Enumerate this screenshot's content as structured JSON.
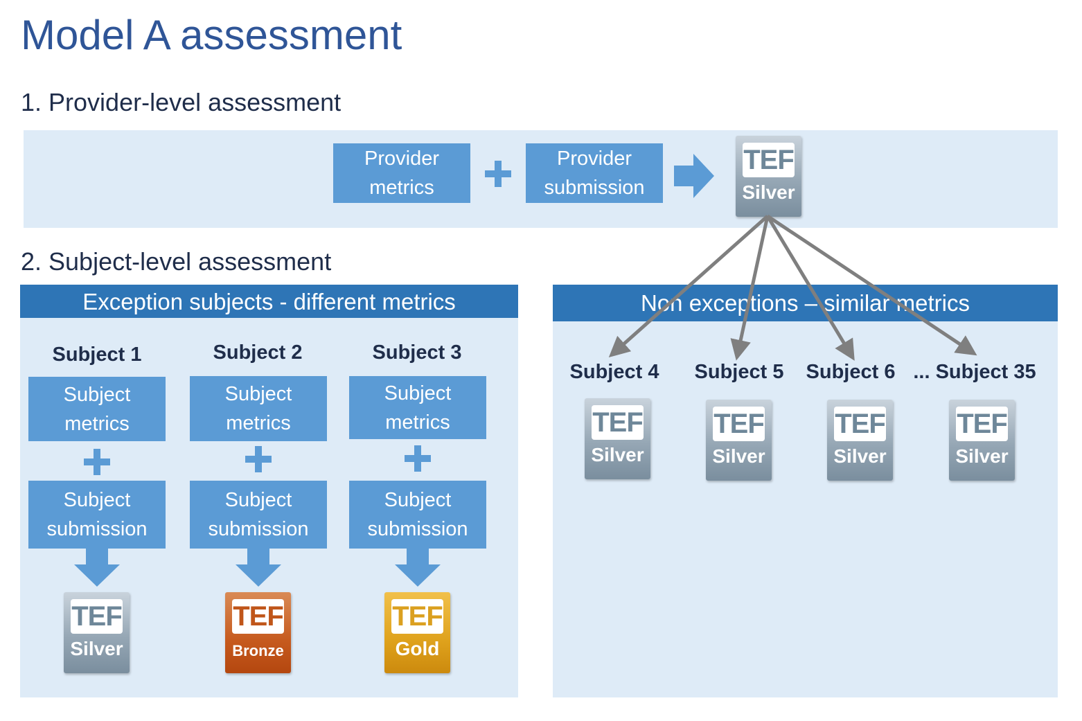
{
  "title": "Model A assessment",
  "section1": {
    "heading": "1. Provider-level assessment",
    "provider_metrics": [
      "Provider",
      "metrics"
    ],
    "provider_submission": [
      "Provider",
      "submission"
    ],
    "badge": {
      "tef": "TEF",
      "level": "Silver"
    }
  },
  "section2": {
    "heading": "2. Subject-level assessment",
    "exceptions": {
      "header": "Exception subjects - different metrics",
      "subjects": [
        {
          "label": "Subject 1",
          "metrics": [
            "Subject",
            "metrics"
          ],
          "submission": [
            "Subject",
            "submission"
          ],
          "badge": {
            "tef": "TEF",
            "level": "Silver"
          }
        },
        {
          "label": "Subject 2",
          "metrics": [
            "Subject",
            "metrics"
          ],
          "submission": [
            "Subject",
            "submission"
          ],
          "badge": {
            "tef": "TEF",
            "level": "Bronze"
          }
        },
        {
          "label": "Subject 3",
          "metrics": [
            "Subject",
            "metrics"
          ],
          "submission": [
            "Subject",
            "submission"
          ],
          "badge": {
            "tef": "TEF",
            "level": "Gold"
          }
        }
      ]
    },
    "non_exceptions": {
      "header": "Non exceptions – similar metrics",
      "subjects": [
        {
          "label": "Subject 4",
          "badge": {
            "tef": "TEF",
            "level": "Silver"
          }
        },
        {
          "label": "Subject 5",
          "badge": {
            "tef": "TEF",
            "level": "Silver"
          }
        },
        {
          "label": "Subject 6",
          "badge": {
            "tef": "TEF",
            "level": "Silver"
          }
        },
        {
          "label": "... Subject 35",
          "badge": {
            "tef": "TEF",
            "level": "Silver"
          }
        }
      ]
    }
  },
  "colors": {
    "panel": "#deebf7",
    "box": "#5b9bd5",
    "header": "#2e75b6",
    "title": "#2f5597",
    "connector": "#7f7f7f"
  },
  "icons": [
    "plus-icon",
    "arrow-right-icon",
    "arrow-down-icon",
    "connector-arrow-icon"
  ]
}
